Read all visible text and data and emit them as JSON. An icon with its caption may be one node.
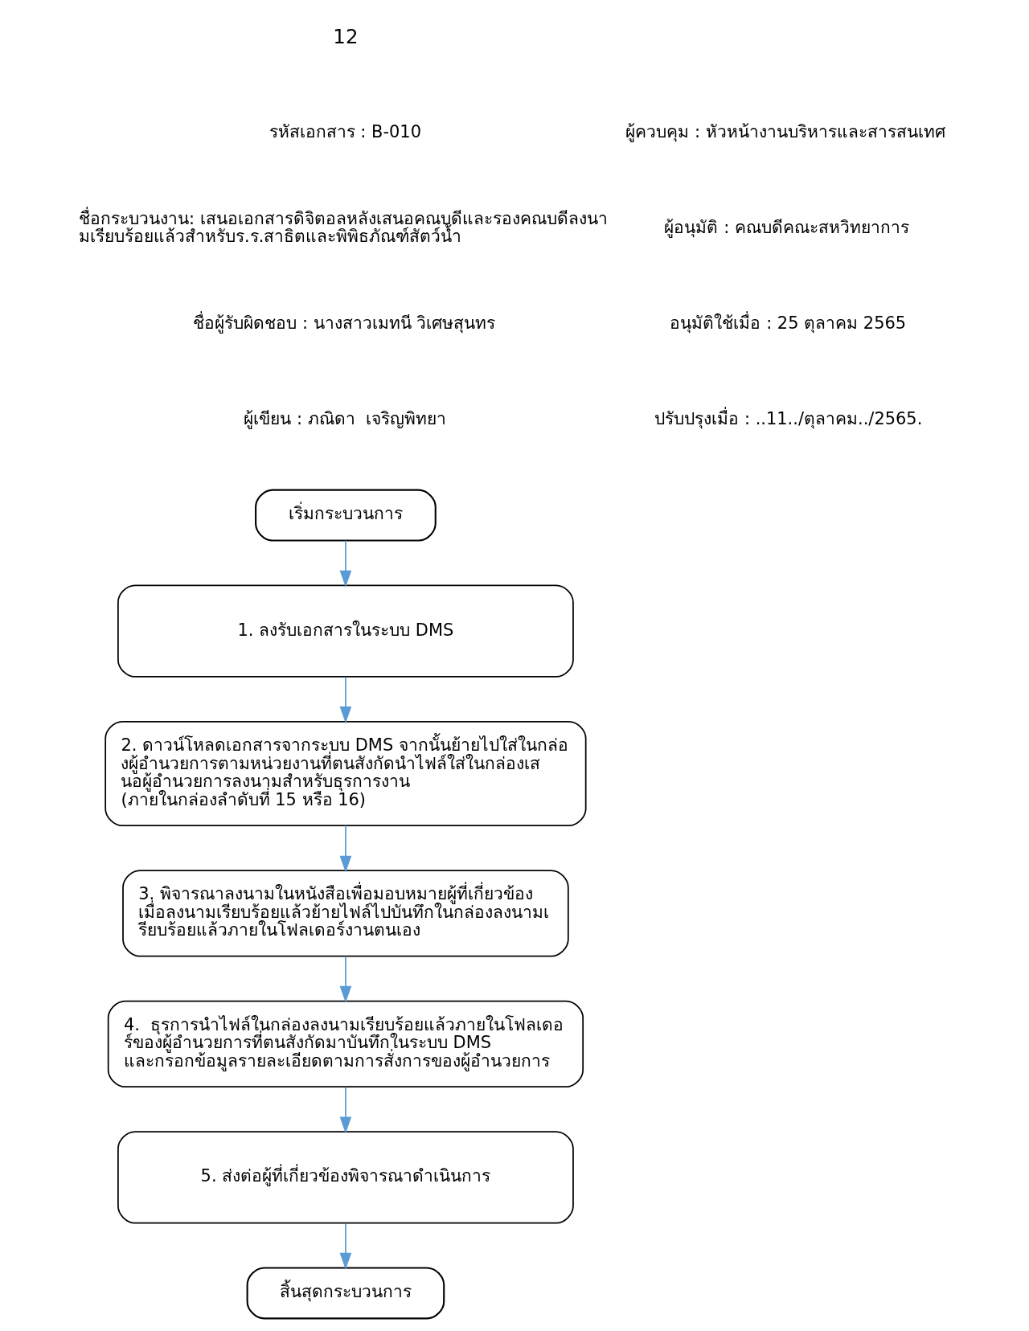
{
  "diagram": {
    "nodes": [
      {
        "text": [
          "เริ่มกระบวนการ"
        ]
      },
      {
        "text": [
          "1. ลงรับเอกสารในระบบ DMS"
        ]
      },
      {
        "text": [
          "2. ดาวน์โหลดเอกสารจากระบบ DMS จากนั้นย้ายไปใส่ในกล่องผู้อำนวยการตามหน่วยงานที่ตนสังกัดนำไฟล์ใส่ในกล่องเสนอผู้อำนวยการลงนามสำหรับธุรการงาน (ภายในกล่องลำดับที่ 15 หรือ 16)"
        ]
      },
      {
        "text": [
          "3. พิจารณาลงนามในหนังสือเพื่อมอบหมายผู้ที่เกี่ยวข้องเมื่อลงนามเรียบร้อยแล้วย้ายไฟล์ไปบันทึกในกล่องลงนามเรียบร้อยแล้วภายในโฟลเดอร์งานตนเอง"
        ]
      },
      {
        "text": [
          "4.  ธุรการนำไฟล์ในกล่องลงนามเรียบร้อยแล้วภายในโฟลเดอร์ของผู้อำนวยการที่ตนสังกัดมาบันทึกในระบบ DMS และกรอกข้อมูลรายละเอียดตามการสั่งการของผู้อำนวยการ"
        ]
      },
      {
        "text": [
          "5. ส่งต่อผู้ที่เกี่ยวข้องพิจารณาดำเนินการ"
        ]
      },
      {
        "text": [
          "สิ้นสุดกระบวนการ"
        ]
      }
    ],
    "edges": [
      {
        "from": 0,
        "to": 1,
        "arrow": "to"
      },
      {
        "from": 1,
        "to": 2,
        "arrow": "to"
      },
      {
        "from": 2,
        "to": 3,
        "arrow": "to"
      },
      {
        "from": 3,
        "to": 4,
        "arrow": "to"
      },
      {
        "from": 4,
        "to": 5,
        "arrow": "to"
      },
      {
        "from": 5,
        "to": 6,
        "arrow": "to"
      }
    ],
    "labels": [
      "12",
      "รหัสเอกสาร : B-010",
      "ชื่อกระบวนงาน: เสนอเอกสารดิจิตอลหลังเสนอคณบดีและรองคณบดีลงนามเรียบร้อยแล้วสำหรับร.ร.สาธิตและพิพิธภัณฑ์สัตว์น้ำ",
      "ชื่อผู้รับผิดชอบ : นางสาวเมทนี วิเศษสุนทร",
      "ผู้เขียน : ภณิดา  เจริญพิทยา",
      "ผู้ควบคุม : หัวหน้างานบริหารและสารสนเทศ",
      "ผู้อนุมัติ : คณบดีคณะสหวิทยาการ",
      "อนุมัติใช้เมื่อ : 25 ตุลาคม 2565",
      "ปรับปรุงเมื่อ : ..11../ตุลาคม../2565."
    ]
  }
}
